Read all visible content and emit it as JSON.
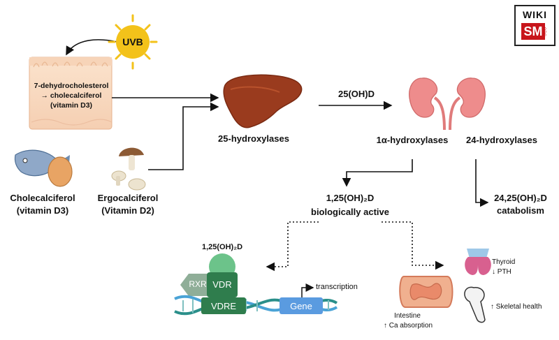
{
  "logo": {
    "line1": "WIKI",
    "line2": "SM",
    "tag": ".ORG"
  },
  "sources": {
    "uvb": "UVB",
    "skin_line1": "7-dehydrocholesterol",
    "skin_line2": "→ cholecalciferol",
    "skin_line3": "(vitamin D3)",
    "chole_line1": "Cholecalciferol",
    "chole_line2": "(vitamin D3)",
    "ergo_line1": "Ergocalciferol",
    "ergo_line2": "(Vitamin D2)"
  },
  "liver": {
    "label": "25-hydroxylases"
  },
  "transport": {
    "label": "25(OH)D"
  },
  "kidney": {
    "label_left": "1α-hydroxylases",
    "label_right": "24-hydroxylases"
  },
  "active": {
    "line1": "1,25(OH)₂D",
    "line2": "biologically active"
  },
  "catabolic": {
    "line1": "24,25(OH)₂D",
    "line2": "catabolism"
  },
  "genomic": {
    "ligand": "1,25(OH)₂D",
    "rxr": "RXR",
    "vdr": "VDR",
    "vdre": "VDRE",
    "gene": "Gene",
    "transcription": "transcription"
  },
  "effects": {
    "thyroid_line1": "Thyroid",
    "thyroid_line2": "↓ PTH",
    "skeletal": "↑ Skeletal health",
    "intestine_line1": "Intestine",
    "intestine_line2": "↑ Ca absorption"
  },
  "colors": {
    "liver": "#9a3b1e",
    "kidney": "#ee8c8c",
    "vdr": "#2f7d4d",
    "ligand": "#6cc38a",
    "dna_blue": "#4aa3d6",
    "dna_teal": "#2a8f8a",
    "gene_blue": "#5a9be0",
    "logo_red": "#c8151b",
    "sun": "#f3c21a"
  }
}
